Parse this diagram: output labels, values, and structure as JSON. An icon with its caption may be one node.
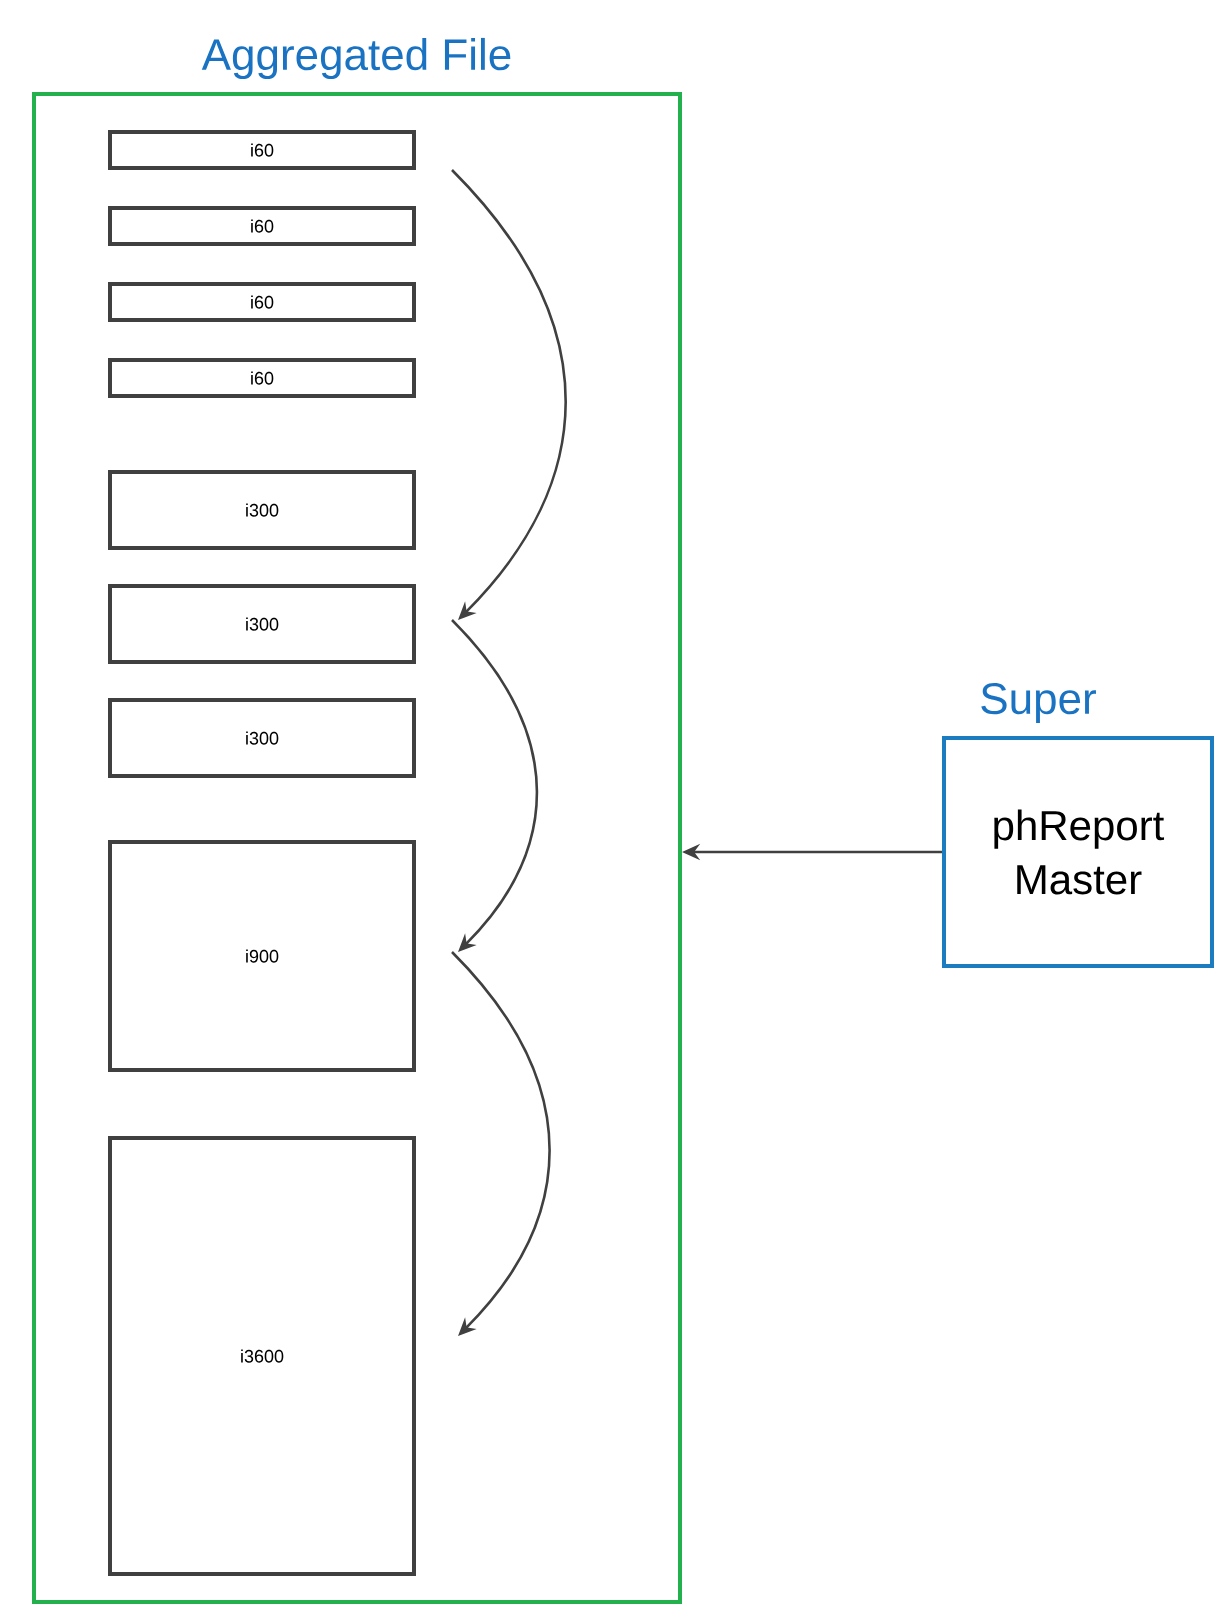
{
  "diagram": {
    "nodes": [
      {
        "text": [
          "Aggregated File"
        ]
      },
      {
        "text": [
          "i60"
        ],
        "in": 0
      },
      {
        "text": [
          "i60"
        ],
        "in": 0
      },
      {
        "text": [
          "i60"
        ],
        "in": 0
      },
      {
        "text": [
          "i60"
        ],
        "in": 0
      },
      {
        "text": [
          "i300"
        ],
        "in": 0
      },
      {
        "text": [
          "i300"
        ],
        "in": 0
      },
      {
        "text": [
          "i300"
        ],
        "in": 0
      },
      {
        "text": [
          "i900"
        ],
        "in": 0
      },
      {
        "text": [
          "i3600"
        ],
        "in": 0
      },
      {
        "text": [
          "Super",
          "phReport Master"
        ]
      }
    ],
    "edges": [
      {
        "from": 1,
        "to": 6,
        "arrow": "to"
      },
      {
        "from": 6,
        "to": 8,
        "arrow": "to"
      },
      {
        "from": 8,
        "to": 9,
        "arrow": "to"
      },
      {
        "from": 10,
        "to": 0,
        "arrow": "to"
      }
    ]
  }
}
